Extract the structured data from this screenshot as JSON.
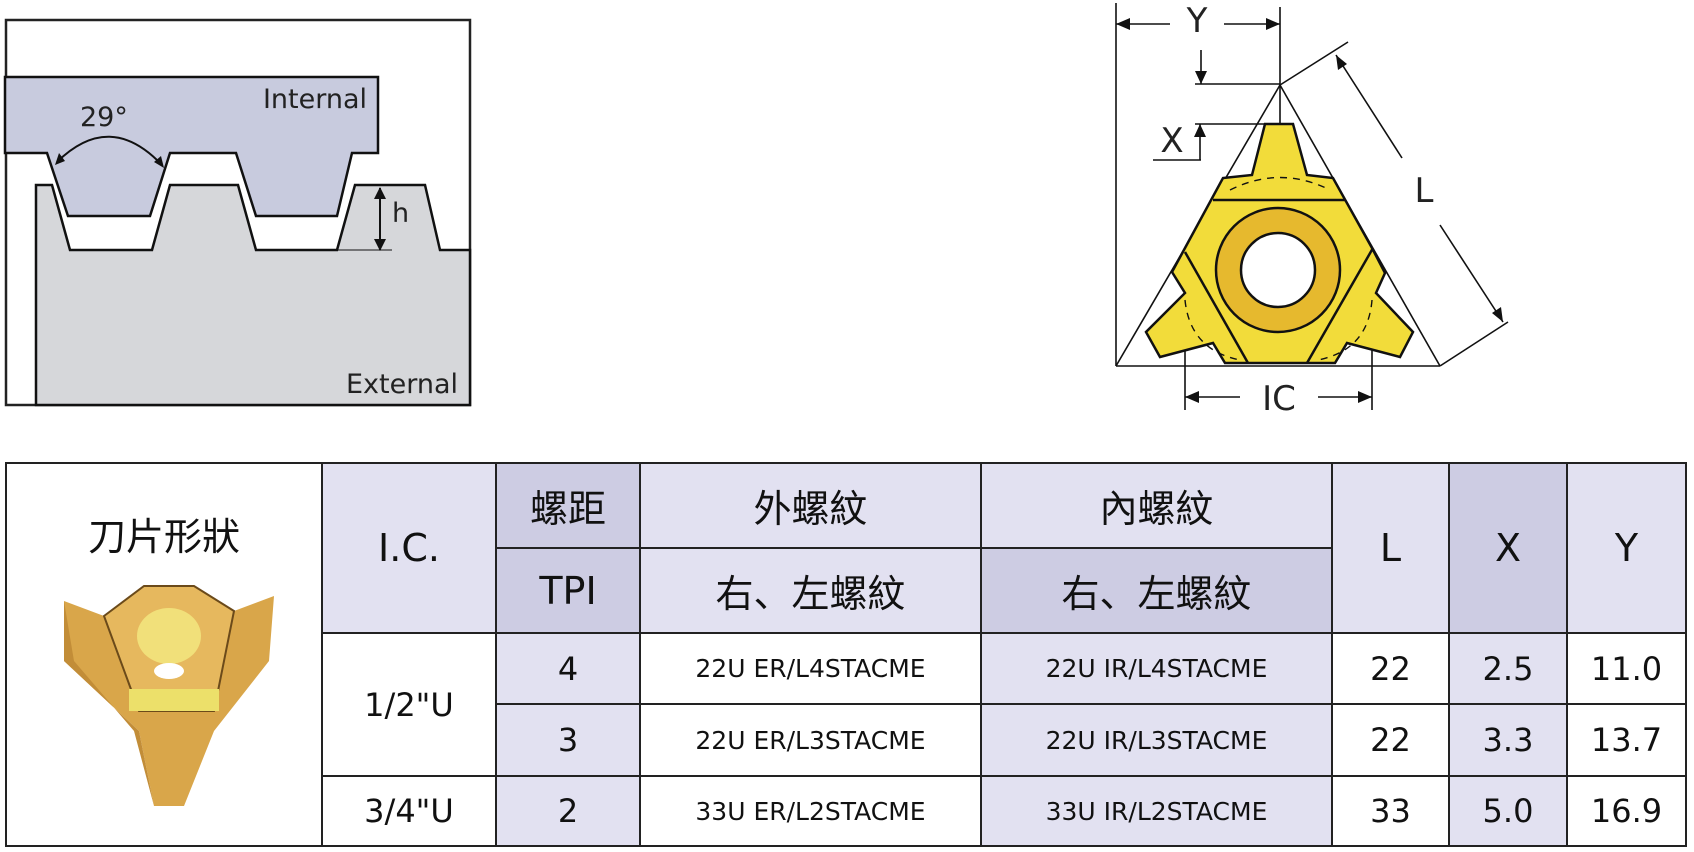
{
  "thread_profile": {
    "angle_label": "29°",
    "internal_label": "Internal",
    "external_label": "External",
    "height_label": "h"
  },
  "insert_diagram": {
    "y_label": "Y",
    "x_label": "X",
    "l_label": "L",
    "ic_label": "IC",
    "colors": {
      "insert": "#f2dc3a",
      "ring": "#e6b92e"
    }
  },
  "table": {
    "header": {
      "shape": "刀片形狀",
      "ic": "I.C.",
      "pitch": "螺距",
      "tpi": "TPI",
      "external": "外螺紋",
      "internal": "內螺紋",
      "hand_ext": "右、左螺紋",
      "hand_int": "右、左螺紋",
      "l": "L",
      "x": "X",
      "y": "Y"
    },
    "rows": [
      {
        "ic": "1/2\"U",
        "tpi": "4",
        "ext": "22U ER/L4STACME",
        "int": "22U IR/L4STACME",
        "l": "22",
        "x": "2.5",
        "y": "11.0"
      },
      {
        "ic": "1/2\"U",
        "tpi": "3",
        "ext": "22U ER/L3STACME",
        "int": "22U IR/L3STACME",
        "l": "22",
        "x": "3.3",
        "y": "13.7"
      },
      {
        "ic": "3/4\"U",
        "tpi": "2",
        "ext": "33U ER/L2STACME",
        "int": "33U IR/L2STACME",
        "l": "33",
        "x": "5.0",
        "y": "16.9"
      }
    ]
  }
}
